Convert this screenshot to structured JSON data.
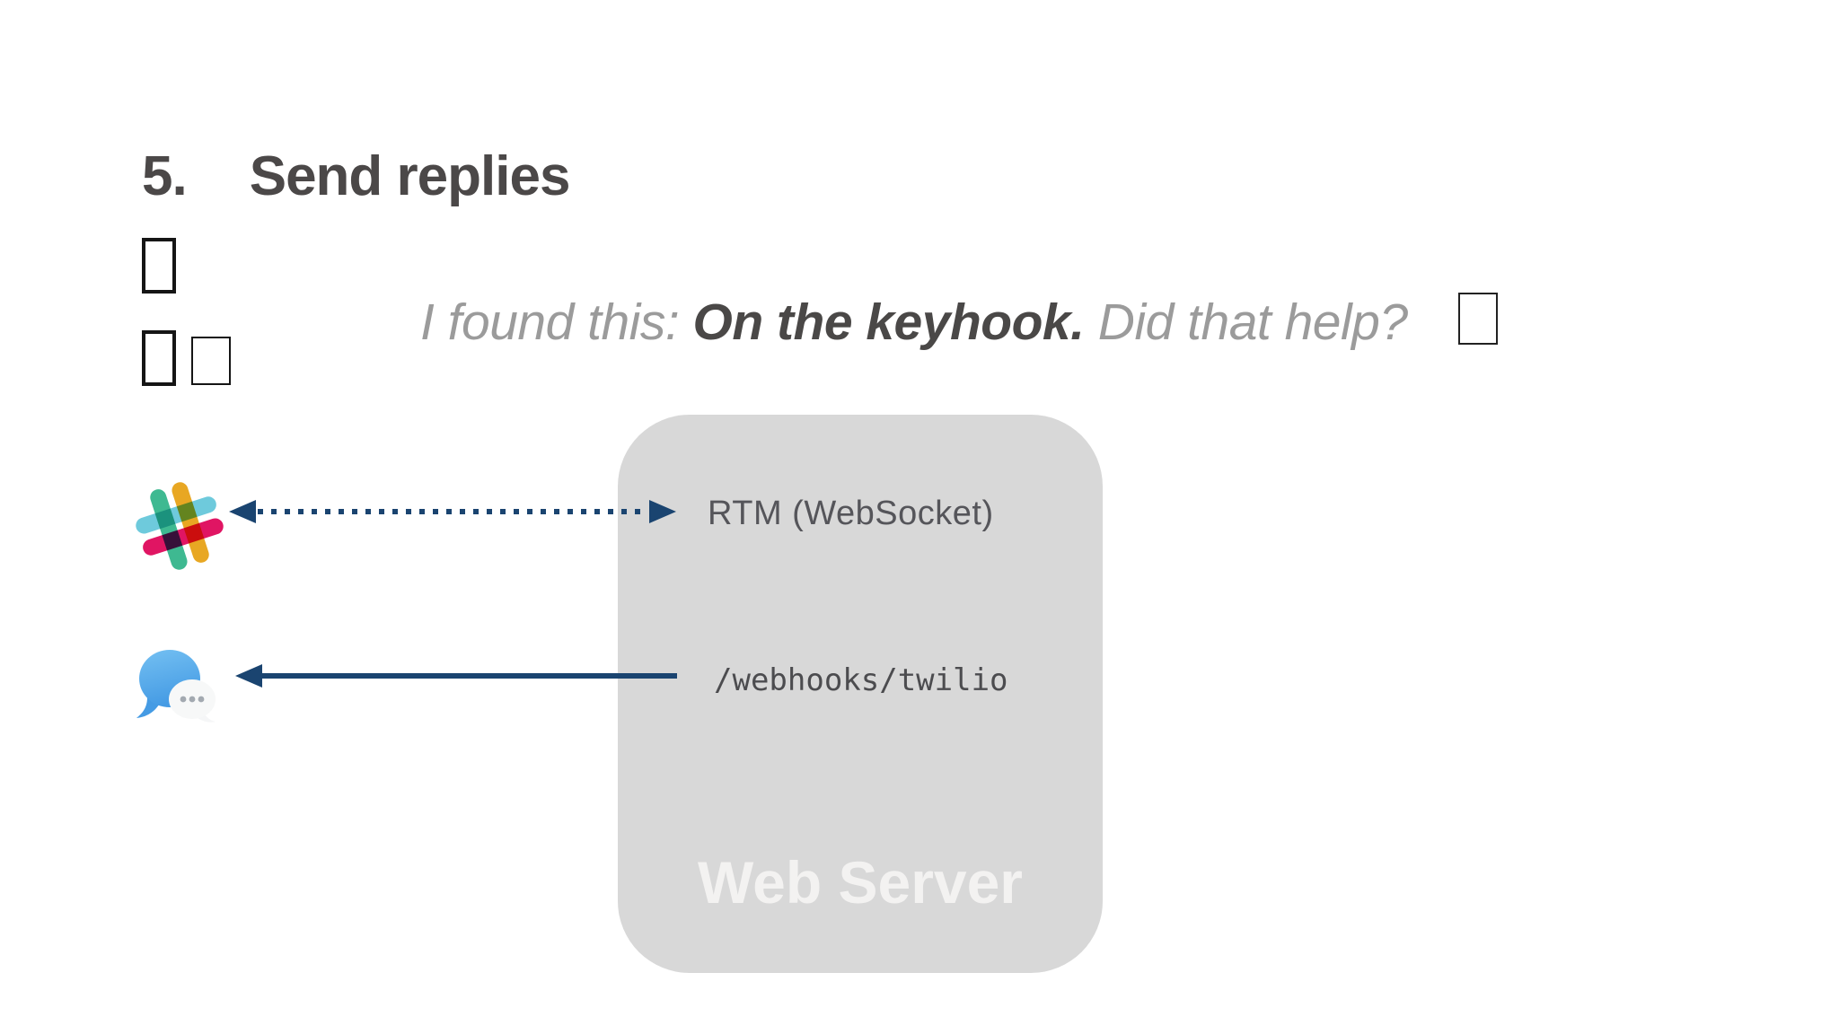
{
  "slide": {
    "step_number": "5.",
    "title": "Send replies",
    "quote": {
      "prefix": "I found this: ",
      "highlight": "On the keyhook.",
      "suffix": " Did that help?"
    }
  },
  "diagram": {
    "server_label": "Web Server",
    "slack_connection_label": "RTM (WebSocket)",
    "sms_connection_label": "/webhooks/twilio"
  },
  "icons": {
    "slack": "slack-hash-icon",
    "messages": "chat-bubbles-icon",
    "placeholders": "missing-emoji-glyph-boxes"
  },
  "colors": {
    "arrow_navy": "#1a4470",
    "server_box_gray": "#d8d8d8",
    "title_text": "#4b4848",
    "quote_gray": "#9b9b9b",
    "quote_highlight": "#4a4847",
    "label_dark": "#55555a",
    "mono_dark": "#4c4c4f",
    "server_label_white": "#f3f2f1",
    "slack_green": "#3eb991",
    "slack_yellow": "#e8a723",
    "slack_blue": "#6ecadc",
    "slack_pink": "#e01563",
    "messages_blue_light": "#74c0f2",
    "messages_blue_dark": "#459be4"
  }
}
